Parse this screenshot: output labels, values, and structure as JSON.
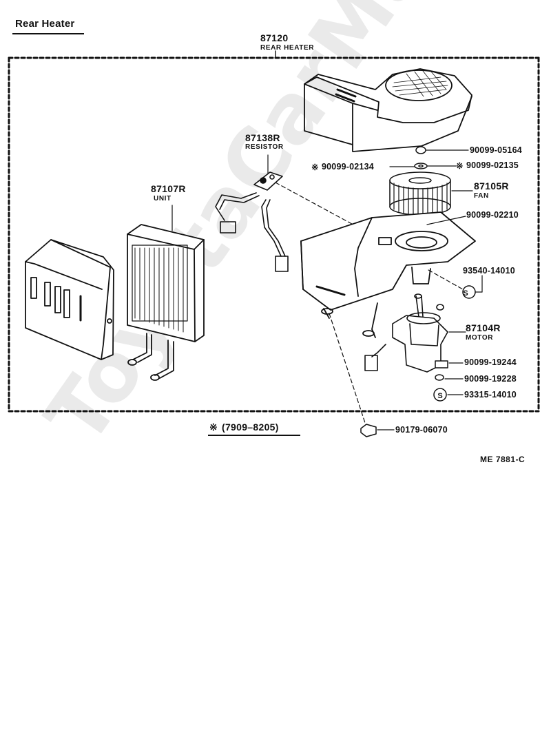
{
  "title": "Rear Heater",
  "assembly": {
    "part_no": "87120",
    "name": "REAR HEATER"
  },
  "callouts": {
    "resistor": {
      "part_no": "87138R",
      "name": "RESISTOR"
    },
    "unit": {
      "part_no": "87107R",
      "name": "UNIT"
    },
    "fan": {
      "part_no": "87105R",
      "name": "FAN"
    },
    "motor": {
      "part_no": "87104R",
      "name": "MOTOR"
    }
  },
  "part_numbers": {
    "p1": "90099-05164",
    "p2": "90099-02134",
    "p3": "90099-02135",
    "p4": "90099-02210",
    "p5": "93540-14010",
    "p6": "90099-19244",
    "p7": "90099-19228",
    "p8": "93315-14010",
    "p9": "90179-06070"
  },
  "markers": {
    "asterisk": "※",
    "s_symbol": "S"
  },
  "production_range": "(7909–8205)",
  "reference": "ME  7881-C",
  "watermark": "ToyotaCarManu"
}
